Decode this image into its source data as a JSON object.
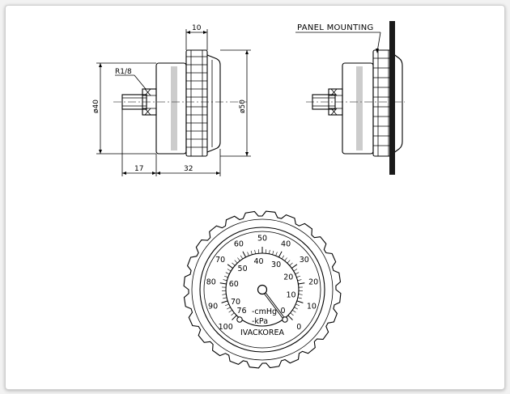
{
  "side_view": {
    "dim_top": "10",
    "dim_thread": "R1/8",
    "dim_left_dia": "ø40",
    "dim_right_dia": "ø50",
    "dim_bottom_left": "17",
    "dim_bottom_right": "32"
  },
  "panel_view": {
    "label": "PANEL MOUNTING"
  },
  "gauge": {
    "brand": "IVACKOREA",
    "unit_outer": "-cmHg",
    "unit_inner": "-kPa",
    "outer_scale": [
      "76",
      "70",
      "60",
      "50",
      "40",
      "30",
      "20",
      "10",
      "0"
    ],
    "inner_scale": [
      "100",
      "90",
      "80",
      "70",
      "60",
      "50",
      "40",
      "30",
      "20",
      "10",
      "0"
    ]
  }
}
